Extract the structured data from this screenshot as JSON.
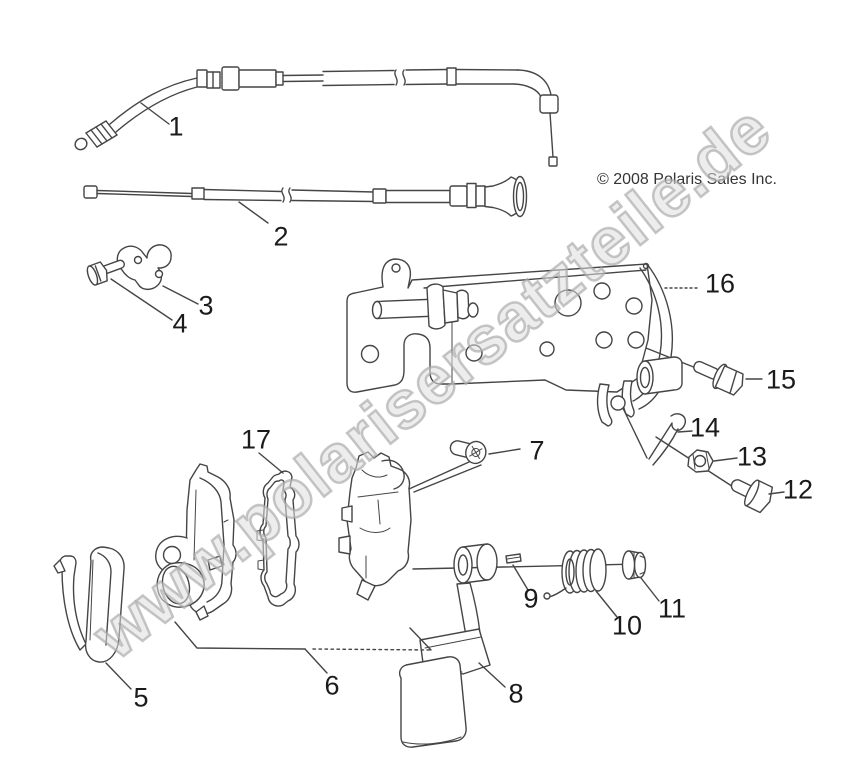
{
  "diagram": {
    "title_hidden": "",
    "copyright": "© 2008 Polaris Sales Inc.",
    "watermark": "www.polarisersatzteile.de",
    "colors": {
      "line": "#454545",
      "label": "#1b1b1b",
      "watermark": "#d9d9d9",
      "background": "#ffffff"
    },
    "callouts": [
      {
        "number": "1"
      },
      {
        "number": "2"
      },
      {
        "number": "3"
      },
      {
        "number": "4"
      },
      {
        "number": "5"
      },
      {
        "number": "6"
      },
      {
        "number": "7"
      },
      {
        "number": "8"
      },
      {
        "number": "9"
      },
      {
        "number": "10"
      },
      {
        "number": "11"
      },
      {
        "number": "12"
      },
      {
        "number": "13"
      },
      {
        "number": "14"
      },
      {
        "number": "15"
      },
      {
        "number": "16"
      },
      {
        "number": "17"
      }
    ]
  }
}
